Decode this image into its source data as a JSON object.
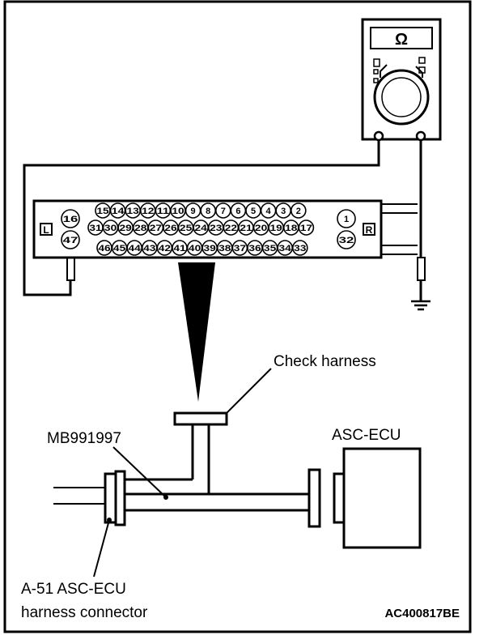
{
  "meter": {
    "symbol": "Ω"
  },
  "connector": {
    "left_tag": "L",
    "right_tag": "R",
    "row1": [
      "15",
      "14",
      "13",
      "12",
      "11",
      "10",
      "9",
      "8",
      "7",
      "6",
      "5",
      "4",
      "3",
      "2"
    ],
    "row2": [
      "31",
      "30",
      "29",
      "28",
      "27",
      "26",
      "25",
      "24",
      "23",
      "22",
      "21",
      "20",
      "19",
      "18",
      "17"
    ],
    "row3": [
      "46",
      "45",
      "44",
      "43",
      "42",
      "41",
      "40",
      "39",
      "38",
      "37",
      "36",
      "35",
      "34",
      "33"
    ],
    "left_pins": [
      "16",
      "47"
    ],
    "right_pins": [
      "1",
      "32"
    ]
  },
  "labels": {
    "check_harness": "Check harness",
    "tool": "MB991997",
    "ecu": "ASC-ECU",
    "harness_line1": "A-51 ASC-ECU",
    "harness_line2": "harness connector",
    "figure_code": "AC400817BE"
  }
}
